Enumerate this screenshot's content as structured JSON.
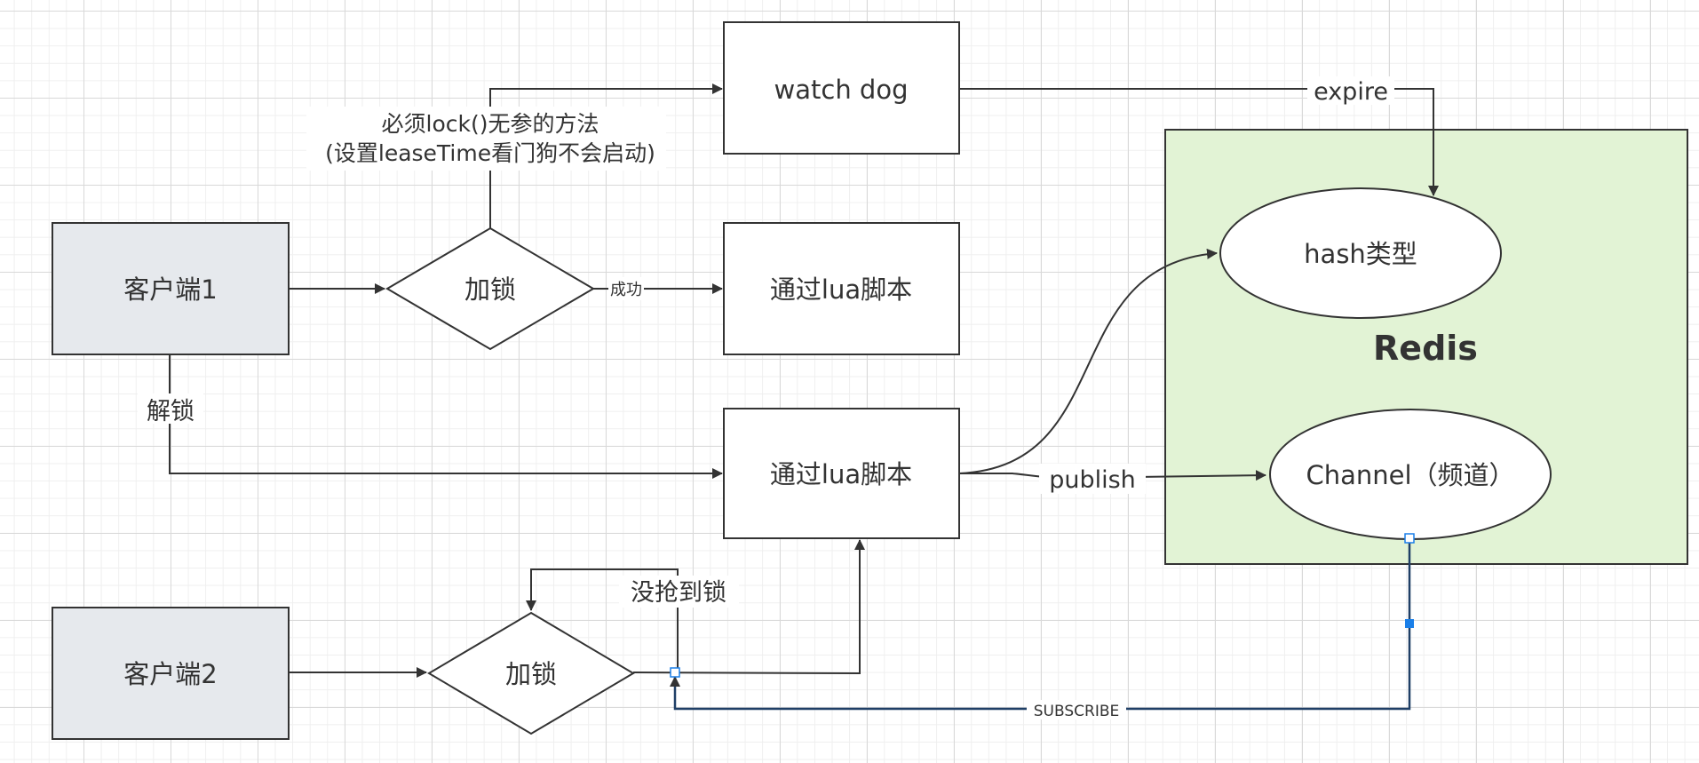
{
  "nodes": {
    "client1": "客户端1",
    "client2": "客户端2",
    "lock1": "加锁",
    "lock2": "加锁",
    "lua_lock": "通过lua脚本",
    "lua_unlock": "通过lua脚本",
    "watchdog": "watch dog",
    "hash": "hash类型",
    "channel": "Channel（频道）",
    "redis": "Redis"
  },
  "edges": {
    "success": "成功",
    "unlock": "解锁",
    "expire": "expire",
    "publish": "publish",
    "no_lock": "没抢到锁",
    "subscribe": "SUBSCRIBE"
  },
  "notes": {
    "line1": "必须lock()无参的方法",
    "line2": "(设置leaseTime看门狗不会启动)"
  },
  "colors": {
    "client_fill": "#e6e9ed",
    "redis_fill": "#e2f3d5",
    "stroke": "#333333",
    "subscribe_line": "#1f3f66",
    "handle_fill": "#1a7fe8"
  }
}
